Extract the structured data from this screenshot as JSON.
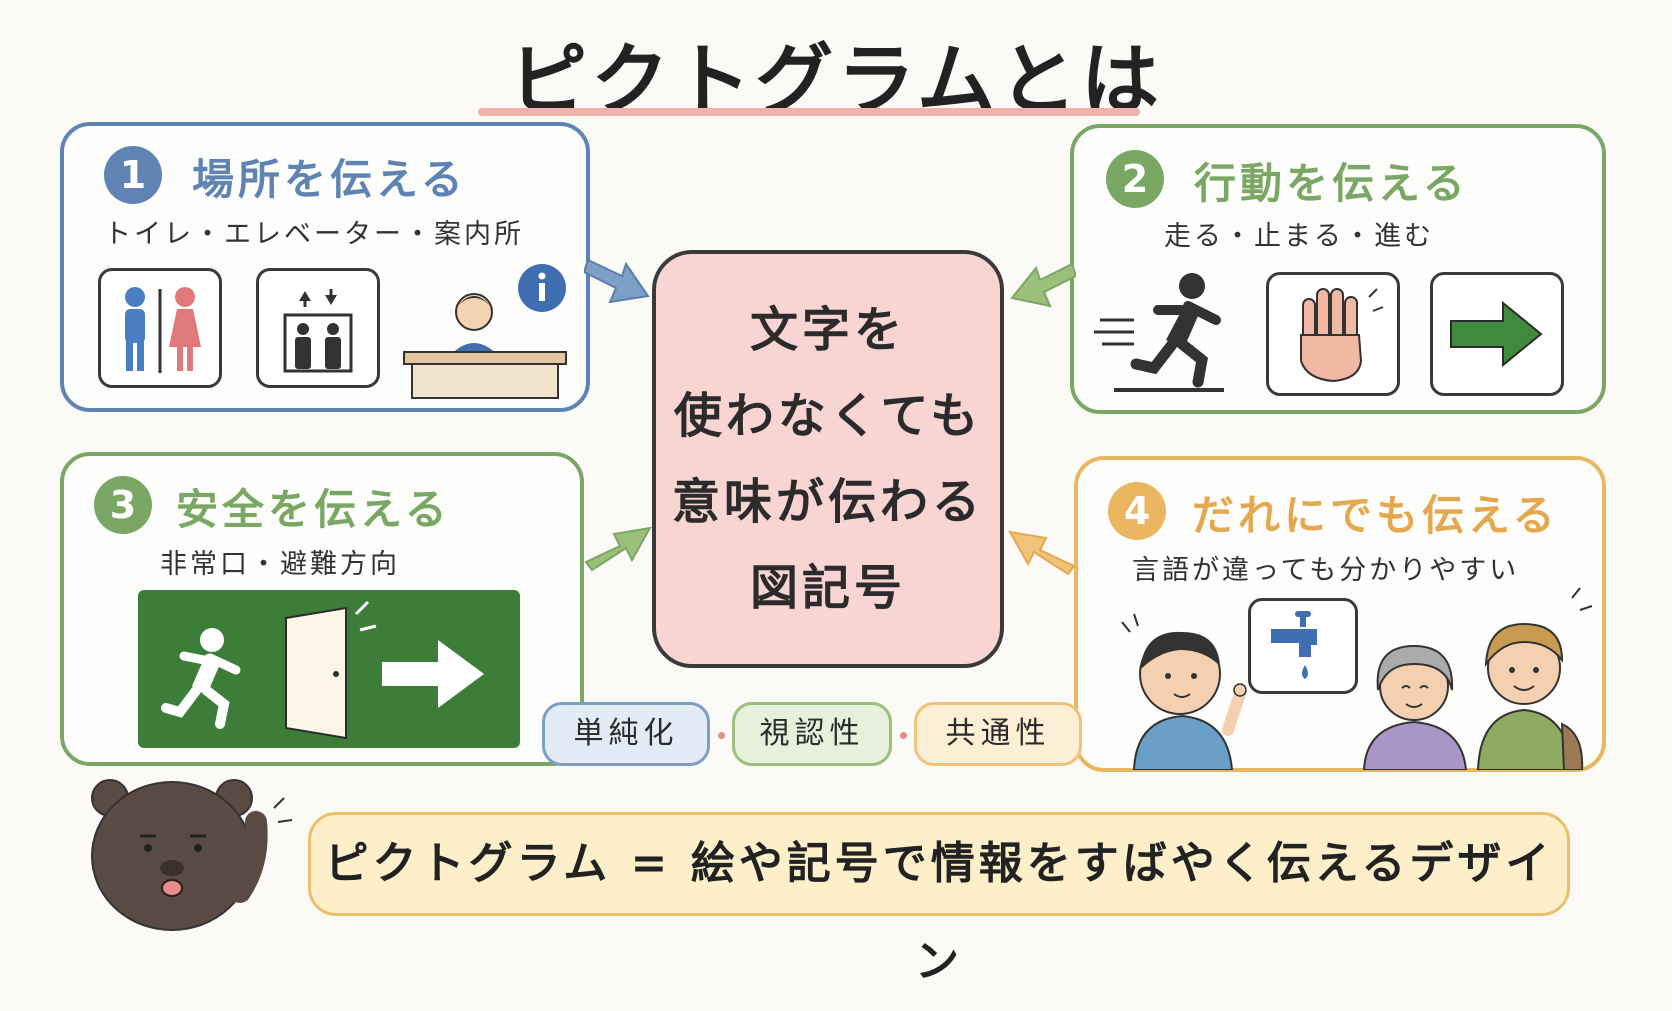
{
  "title": "ピクトグラムとは",
  "colors": {
    "blue": "#5f84b4",
    "green": "#7aa764",
    "orange": "#eab760",
    "center_bg": "#f8d4d2",
    "underline": "#f0b2ad"
  },
  "cards": [
    {
      "num": "1",
      "heading": "場所を伝える",
      "sub": "トイレ・エレベーター・案内所",
      "icons": [
        "restroom-sign",
        "elevator-sign",
        "information-desk"
      ]
    },
    {
      "num": "2",
      "heading": "行動を伝える",
      "sub": "走る・止まる・進む",
      "icons": [
        "running-person",
        "stop-hand",
        "go-arrow"
      ]
    },
    {
      "num": "3",
      "heading": "安全を伝える",
      "sub": "非常口・避難方向",
      "icons": [
        "emergency-exit-sign"
      ]
    },
    {
      "num": "4",
      "heading": "だれにでも伝える",
      "sub": "言語が違っても分かりやすい",
      "icons": [
        "faucet-sign",
        "boy",
        "grandmother",
        "traveler"
      ]
    }
  ],
  "center": {
    "lines": [
      "文字を",
      "使わなくても",
      "意味が伝わる",
      "図記号"
    ]
  },
  "tags": [
    "単純化",
    "視認性",
    "共通性"
  ],
  "bottom": "ピクトグラム = 絵や記号で情報をすばやく伝えるデザイン"
}
